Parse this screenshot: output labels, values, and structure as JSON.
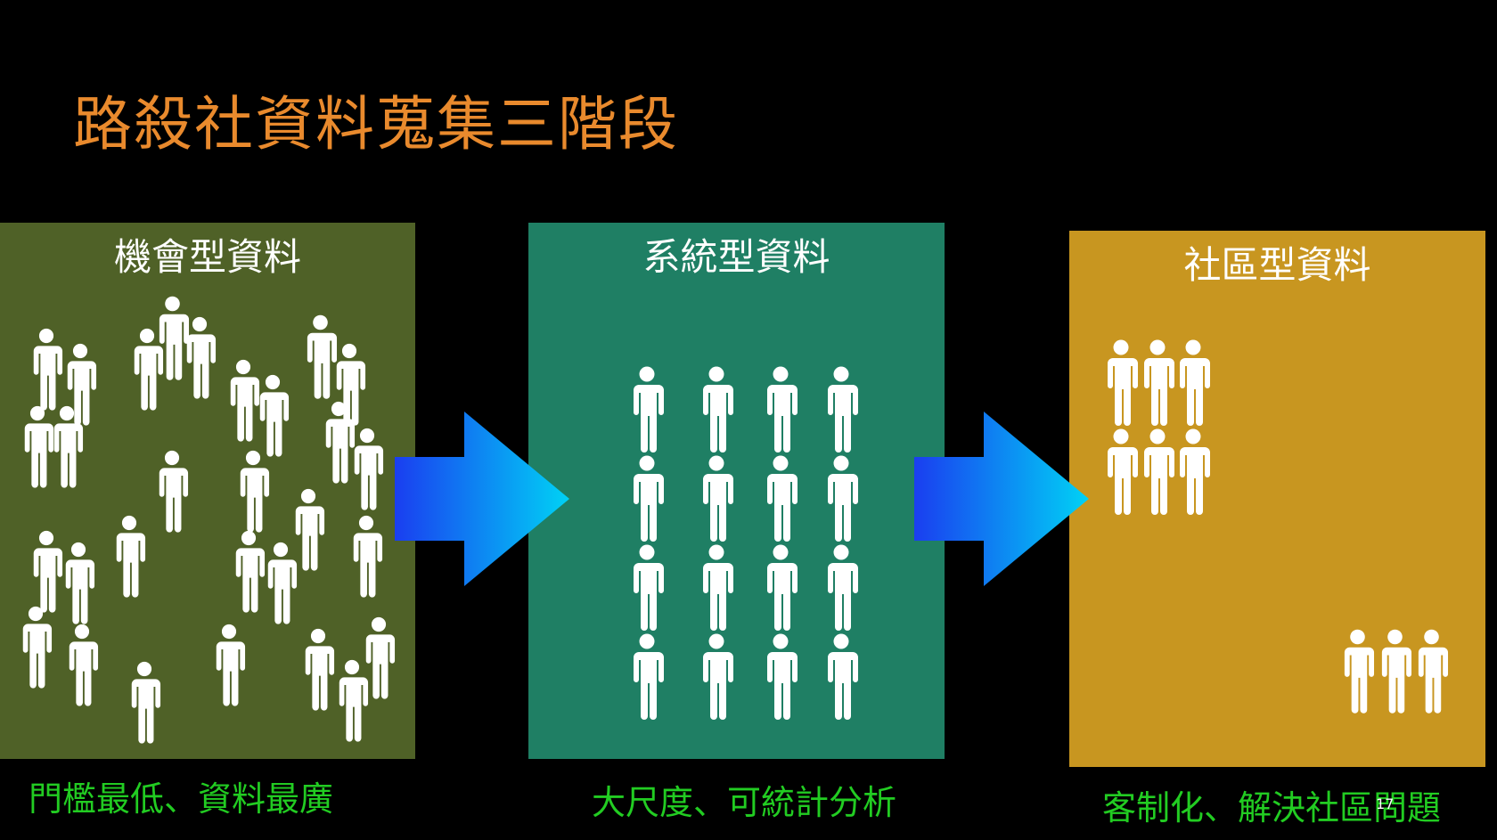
{
  "title": "路殺社資料蒐集三階段",
  "colors": {
    "title": "#E98A2D",
    "panel_opportunity": "#4F6127",
    "panel_systematic": "#1F7F64",
    "panel_community": "#C89620",
    "caption": "#22CC22",
    "person": "#FFFFFF",
    "arrow_start": "#1A3EF0",
    "arrow_end": "#00D2F5"
  },
  "panels": [
    {
      "label": "機會型資料",
      "caption": "門檻最低、資料最廣",
      "icon": "person-icon"
    },
    {
      "label": "系統型資料",
      "caption": "大尺度、可統計分析",
      "icon": "person-icon"
    },
    {
      "label": "社區型資料",
      "caption": "客制化、解決社區問題",
      "icon": "person-icon"
    }
  ],
  "arrows": [
    {
      "icon": "right-arrow-icon"
    },
    {
      "icon": "right-arrow-icon"
    }
  ],
  "page_number": "17"
}
